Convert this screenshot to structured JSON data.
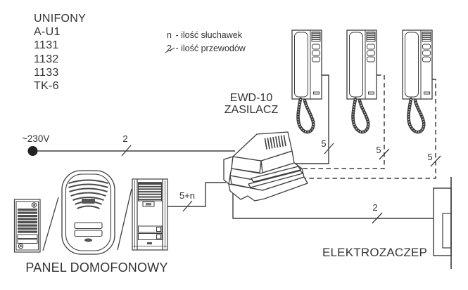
{
  "diagram": {
    "parts_list": [
      "UNIFONY",
      "A-U1",
      "1131",
      "1132",
      "1133",
      "TK-6"
    ],
    "legend": [
      {
        "symbol": "n",
        "text": "- ilość słuchawek"
      },
      {
        "symbol": "2",
        "text": "- ilość przewodów"
      }
    ],
    "labels": {
      "mains_voltage": "~230V",
      "psu_model": "EWD-10",
      "psu_name": "ZASILACZ",
      "door_panel": "PANEL DOMOFONOWY",
      "electric_strike": "ELEKTROZACZEP"
    },
    "wire_counts": {
      "mains": "2",
      "panel_bus": "5+n",
      "handset_1": "5",
      "handset_2": "5",
      "handset_3": "5",
      "strike": "2"
    },
    "colors": {
      "line": "#3d3d3d",
      "dark_fill": "#4f4f4f",
      "text": "#333333",
      "background": "#ffffff"
    }
  }
}
